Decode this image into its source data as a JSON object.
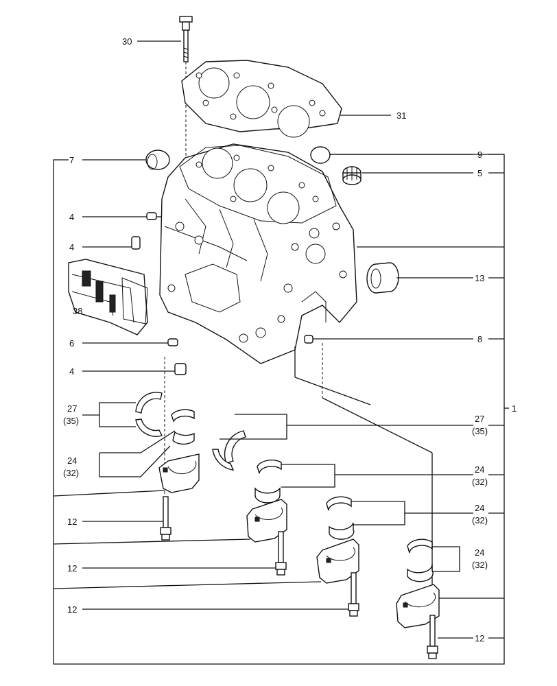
{
  "callouts": {
    "c30": "30",
    "c31": "31",
    "c7": "7",
    "c9": "9",
    "c5": "5",
    "c4a": "4",
    "c4b": "4",
    "c4c": "4",
    "c13": "13",
    "c38": "38",
    "c6": "6",
    "c8": "8",
    "c1": "1",
    "c27l": "27",
    "c35l": "(35)",
    "c27r": "27",
    "c35r": "(35)",
    "c24a": "24",
    "c32a": "(32)",
    "c24b": "24",
    "c32b": "(32)",
    "c24c": "24",
    "c32c": "(32)",
    "c24d": "24",
    "c32d": "(32)",
    "c12a": "12",
    "c12b": "12",
    "c12c": "12",
    "c12d": "12"
  }
}
